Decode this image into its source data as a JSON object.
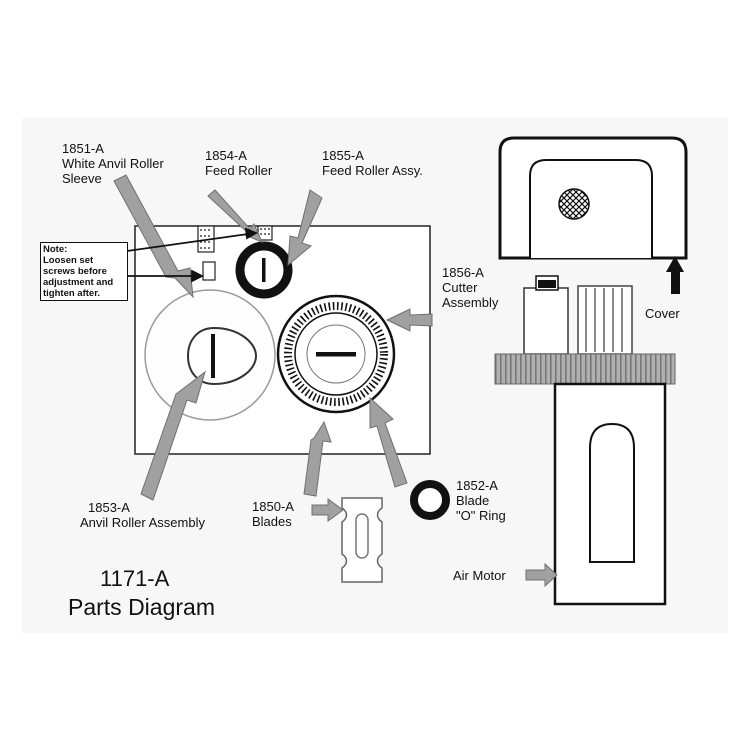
{
  "diagram": {
    "title_number": "1171-A",
    "title_text": "Parts Diagram",
    "note": {
      "heading": "Note:",
      "lines": [
        "Loosen set",
        "screws before",
        "adjustment and",
        "tighten after."
      ]
    },
    "parts": {
      "white_anvil_sleeve": {
        "number": "1851-A",
        "name_line1": "White Anvil Roller",
        "name_line2": "Sleeve"
      },
      "feed_roller": {
        "number": "1854-A",
        "name": "Feed Roller"
      },
      "feed_roller_assy": {
        "number": "1855-A",
        "name": "Feed Roller Assy."
      },
      "cutter_assembly": {
        "number": "1856-A",
        "name_line1": "Cutter",
        "name_line2": "Assembly"
      },
      "anvil_roller_assembly": {
        "number": "1853-A",
        "name": "Anvil Roller Assembly"
      },
      "blades": {
        "number": "1850-A",
        "name": "Blades"
      },
      "blade_o_ring": {
        "number": "1852-A",
        "name_line1": "Blade",
        "name_line2": "\"O\" Ring"
      },
      "cover": {
        "name": "Cover"
      },
      "air_motor": {
        "name": "Air Motor"
      }
    }
  }
}
